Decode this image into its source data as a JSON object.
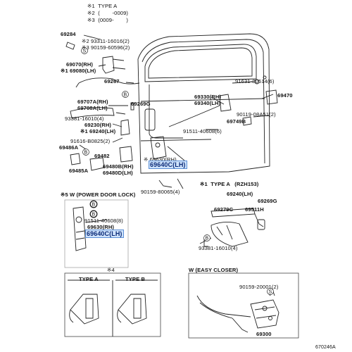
{
  "legend": {
    "l1": "※1  TYPE A",
    "l2": "※2  (        -0009)",
    "l3": "※3  (0009-        )"
  },
  "labels": {
    "p69284": "69284",
    "p93311": "※2 93311-16016(2)",
    "p90159a": "※3 90159-60596(2)",
    "p69070": "69070(RH)",
    "p69080": "※1 69080(LH)",
    "p69267": "69267",
    "p69707": "69707A(RH)",
    "p69708": "69708A(LH)",
    "p69269": "69269G",
    "p93381a": "93381-16010(4)",
    "p69230": "69230(RH)",
    "p69240a": "※1 69240(LH)",
    "p91616": "91616-B0825(2)",
    "p69486": "69486A",
    "p69482": "69482",
    "p69485": "69485A",
    "p69480b": "69480B(RH)",
    "p69480d": "69480D(LH)",
    "p69630a": "※ 69630(RH)",
    "p69640a": "69640C(LH)",
    "p90159b": "90159-80065(4)",
    "p91631": "91631-80614(6)",
    "p69470": "69470",
    "p69330": "69330(RH)",
    "p69340": "69340(LH)",
    "p90119": "90119-08A51(2)",
    "p69749": "69749B",
    "p91511a": "91511-40608(6)",
    "powerLock": "※5 W (POWER DOOR LOCK)",
    "p91511b": "91511-40608(8)",
    "p69630b": "69630(RH)",
    "p69640b": "69640C(LH)",
    "typeAHead": "※1  TYPE A   (RZH153)",
    "p69240b": "69240(LH)",
    "p69269b": "69269G",
    "p69279": "69279C",
    "p69511": "69511H",
    "p93381b": "93381-16010(4)",
    "note4": "※4",
    "typeA": "TYPE A",
    "typeB": "TYPE B",
    "easyCloser": "W (EASY CLOSER)",
    "p90159c": "90159-20001(2)",
    "p69300": "69300",
    "figNo": "670246A"
  },
  "highlight_color": "#cfe3fb",
  "highlight_border": "#5b8fd6"
}
